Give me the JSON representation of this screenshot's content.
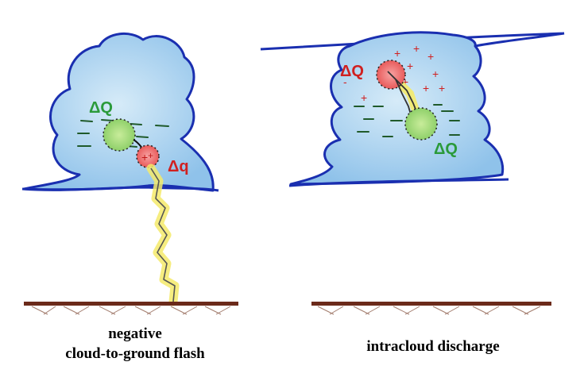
{
  "left_panel": {
    "main_charge_label": "ΔQ",
    "small_charge_label": "Δq",
    "caption_line1": "negative",
    "caption_line2": "cloud-to-ground flash"
  },
  "right_panel": {
    "positive_charge_label": "ΔQ",
    "negative_charge_label": "ΔQ",
    "caption": "intracloud discharge"
  },
  "colors": {
    "cloud_outline": "#1a2fb0",
    "cloud_fill": "#9cc9ee",
    "negative_charge": "#8fd06a",
    "positive_charge": "#ef6a6a",
    "negative_label": "#2a9a3a",
    "positive_label": "#d02020",
    "lightning": "#f4ea6a",
    "ground": "#6b2a1a"
  }
}
